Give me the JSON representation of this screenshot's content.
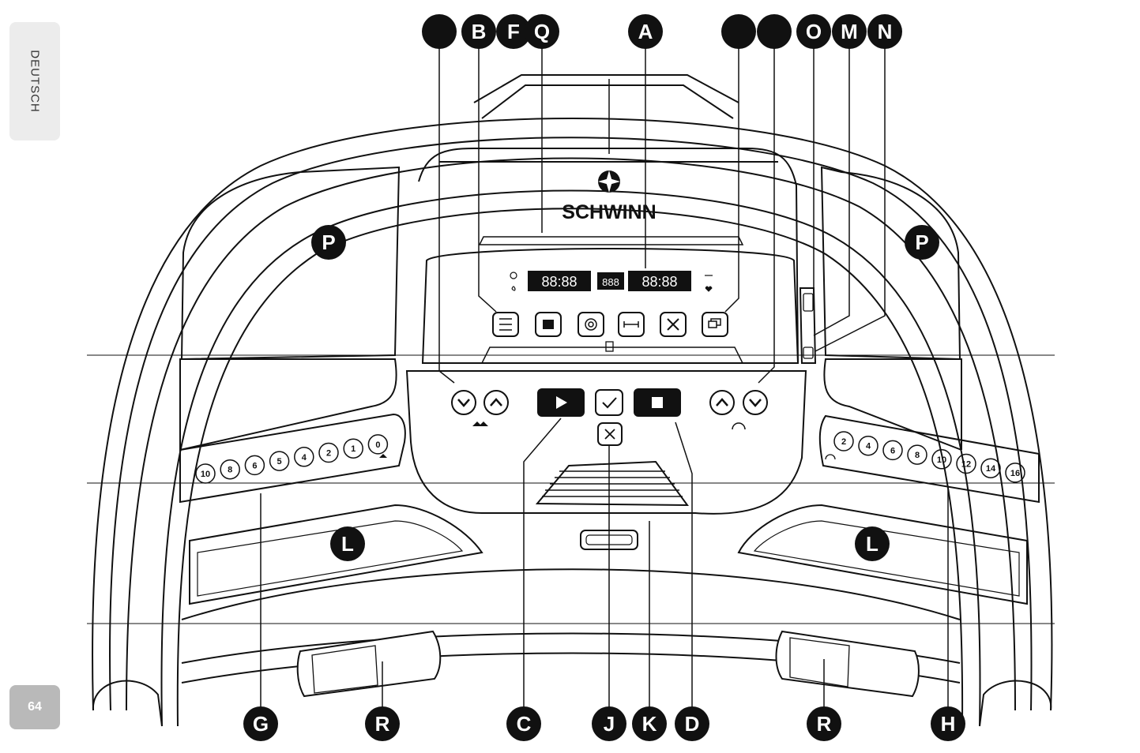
{
  "side_tab": {
    "label": "DEUTSCH"
  },
  "page_number": "64",
  "brand": {
    "name": "SCHWINN"
  },
  "console": {
    "left_display": "88:88",
    "center_display": "888",
    "right_display": "88:88"
  },
  "callouts": {
    "A": "A",
    "B": "B",
    "F": "F",
    "Q": "Q",
    "O": "O",
    "M": "M",
    "N": "N",
    "P": "P",
    "L": "L",
    "G": "G",
    "R": "R",
    "C": "C",
    "J": "J",
    "K": "K",
    "D": "D",
    "H": "H"
  },
  "incline_keys": [
    "10",
    "8",
    "6",
    "5",
    "4",
    "2",
    "1",
    "0"
  ],
  "speed_keys": [
    "2",
    "4",
    "6",
    "8",
    "10",
    "12",
    "14",
    "16"
  ]
}
